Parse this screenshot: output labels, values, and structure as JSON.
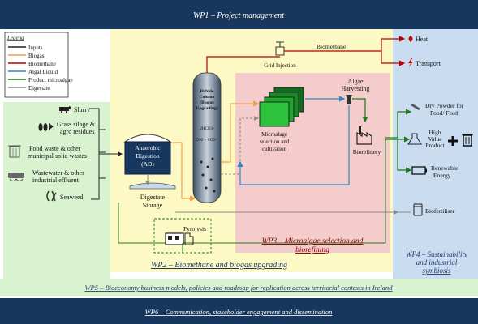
{
  "title": "",
  "wp": {
    "wp1": "WP1 – Project management",
    "wp2": "WP2 – Biomethane and biogas upgrading",
    "wp3_line1": "WP3 – Microalgae selection and",
    "wp3_line2": "biorefining",
    "wp4_line1": "WP4 – Sustainability",
    "wp4_line2": "and industrial",
    "wp4_line3": "symbiosis",
    "wp5": "WP5 – Bioeconomy business models, policies and roadmap for replication across territorial contexts in Ireland",
    "wp6": "WP6 – Communication, stakeholder engagement and dissemination"
  },
  "legend": {
    "title": "Legend",
    "items": [
      {
        "label": "Inputs",
        "color": "#222222"
      },
      {
        "label": "Biogas",
        "color": "#f4a14b"
      },
      {
        "label": "Biomethane",
        "color": "#b30000"
      },
      {
        "label": "Algal Liquid",
        "color": "#2e86c1"
      },
      {
        "label": "Product microalgae",
        "color": "#1e7b1e"
      },
      {
        "label": "Digestate",
        "color": "#888888"
      }
    ]
  },
  "inputs": {
    "slurry": "Slurry",
    "grass_l1": "Grass silage &",
    "grass_l2": "agro residues",
    "food_l1": "Food waste & other",
    "food_l2": "municipal solid wastes",
    "waste_l1": "Wastewater & other",
    "waste_l2": "industrial effluent",
    "seaweed": "Seaweed"
  },
  "ad": {
    "line1": "Anaerobic",
    "line2": "Digestion",
    "line3": "(AD)"
  },
  "digestate_storage": {
    "line1": "Digestate",
    "line2": "Storage"
  },
  "bubble_column": {
    "line1": "Bubble",
    "line2": "Column",
    "line3": "(Biogas",
    "line4": "Upgrading)",
    "reaction1": "2HCO3-",
    "reaction2": "CO2 + CO3²⁻"
  },
  "grid_injection": "Grid Injection",
  "biomethane_label": "Biomethane",
  "outputs": {
    "heat": "Heat",
    "transport": "Transport",
    "dry_l1": "Dry Powder for",
    "dry_l2": "Food/ Feed",
    "hv_l1": "High",
    "hv_l2": "Value",
    "hv_l3": "Product",
    "re_l1": "Renewable",
    "re_l2": "Energy",
    "biofertiliser": "Biofertiliser"
  },
  "microalgae": {
    "line1": "Microalage",
    "line2": "selection and",
    "line3": "cultivation"
  },
  "algae_harvesting": {
    "line1": "Algae",
    "line2": "Harvesting"
  },
  "biorefinery": "Biorefinery",
  "pyrolysis": "Pyrolysis",
  "colors": {
    "wp1_band": "#17375e",
    "wp2_zone": "#fdf9c4",
    "wp3_zone": "#f4cccc",
    "wp4_zone": "#c9dcf0",
    "wp5_zone": "#d9f2d0",
    "ad_tank": "#17375e",
    "input_line": "#222222",
    "biogas_line": "#f4a14b",
    "biomethane_line": "#b30000",
    "algal_line": "#2e86c1",
    "product_line": "#1e7b1e",
    "digestate_line": "#888888"
  },
  "icons": [
    "cow-icon",
    "wheat-icon",
    "bin-icon",
    "pipe-icon",
    "seaweed-icon",
    "flame-icon",
    "lightning-icon",
    "valve-icon",
    "factory-icon",
    "plus-icon",
    "trash-icon",
    "battery-icon",
    "fertiliser-bag-icon",
    "pyrolysis-icon",
    "powder-icon",
    "flask-icon"
  ]
}
